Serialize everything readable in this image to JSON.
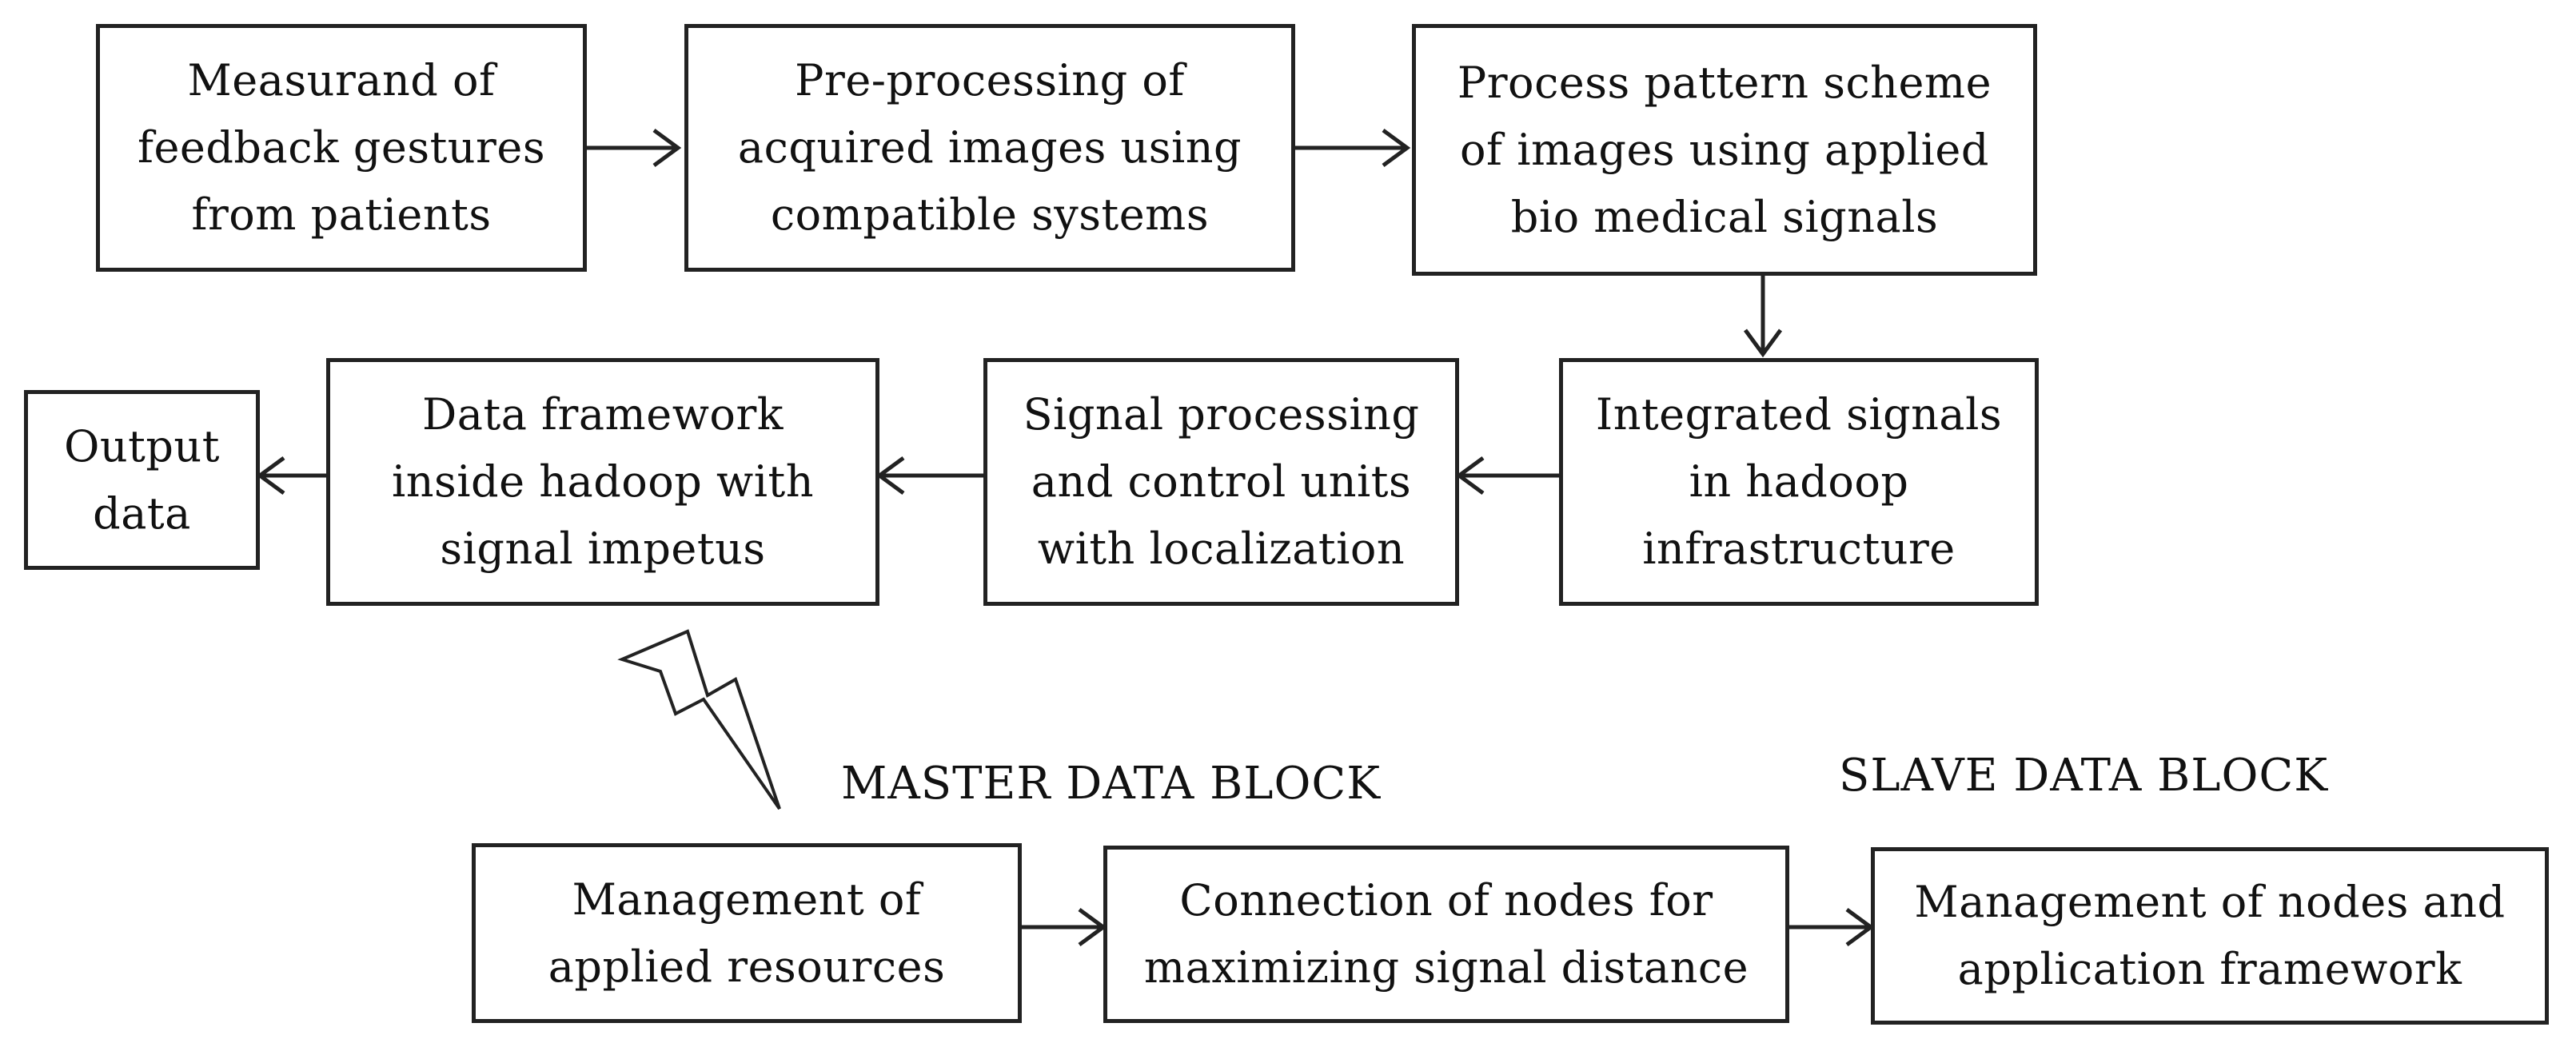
{
  "boxes": {
    "measurand": [
      "Measurand of",
      "feedback gestures",
      "from patients"
    ],
    "preprocessing": [
      "Pre-processing of",
      "acquired images using",
      "compatible systems"
    ],
    "process_pattern": [
      "Process pattern scheme",
      "of images using applied",
      "bio medical signals"
    ],
    "integrated_signals": [
      "Integrated signals",
      "in hadoop",
      "infrastructure"
    ],
    "signal_processing": [
      "Signal processing",
      "and control units",
      "with localization"
    ],
    "data_framework": [
      "Data framework",
      "inside hadoop with",
      "signal impetus"
    ],
    "output_data": [
      "Output",
      "data"
    ],
    "management_resources": [
      "Management of",
      "applied resources"
    ],
    "connection_nodes": [
      "Connection of nodes for",
      "maximizing signal distance"
    ],
    "management_nodes": [
      "Management of nodes and",
      "application framework"
    ]
  },
  "labels": {
    "master_data_block": "MASTER DATA BLOCK",
    "slave_data_block": "SLAVE DATA BLOCK"
  }
}
